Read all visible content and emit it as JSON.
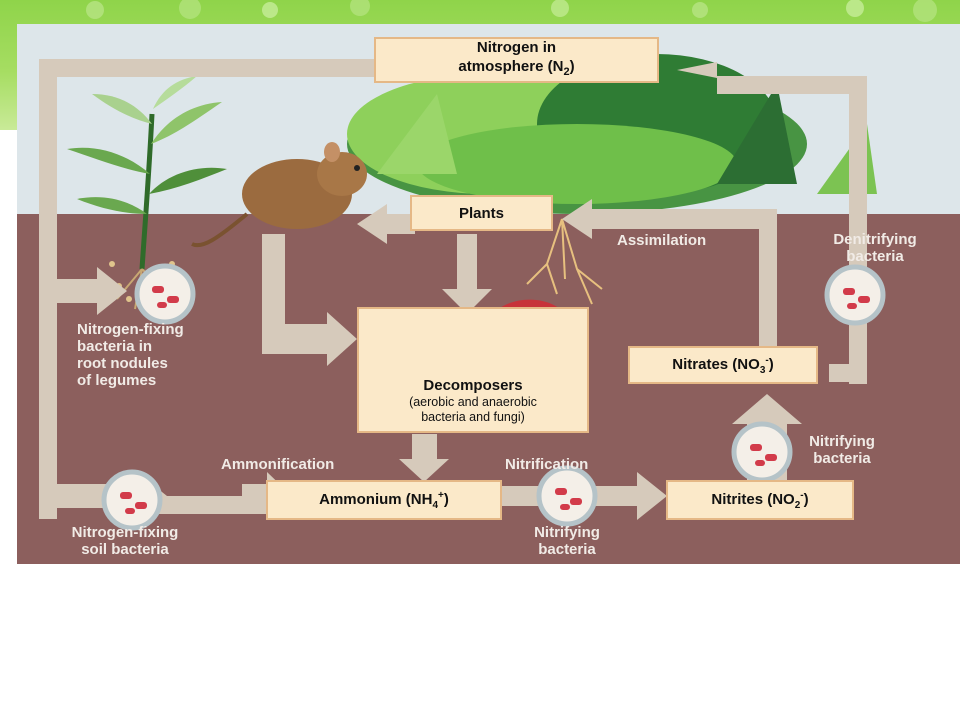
{
  "diagram": {
    "atmosphere": {
      "line1": "Nitrogen in",
      "line2": "atmosphere (N",
      "sub": "2",
      "close": ")"
    },
    "plants": "Plants",
    "assimilation": "Assimilation",
    "denitrifying": {
      "line1": "Denitrifying",
      "line2": "bacteria"
    },
    "root_bacteria": {
      "line1": "Nitrogen-fixing",
      "line2": "bacteria in",
      "line3": "root nodules",
      "line4": "of legumes"
    },
    "decomposers": {
      "title": "Decomposers",
      "line1": "(aerobic and anaerobic",
      "line2": "bacteria and fungi)"
    },
    "nitrates": {
      "pre": "Nitrates (NO",
      "sub": "3",
      "sup": "-",
      "close": ")"
    },
    "ammonification": "Ammonification",
    "nitrification": "Nitrification",
    "ammonium": {
      "pre": "Ammonium (NH",
      "sub": "4",
      "sup": "+",
      "close": ")"
    },
    "nitrites": {
      "pre": "Nitrites (NO",
      "sub": "2",
      "sup": "-",
      "close": ")"
    },
    "nitrifying_right": {
      "line1": "Nitrifying",
      "line2": "bacteria"
    },
    "nitrifying_bottom": {
      "line1": "Nitrifying",
      "line2": "bacteria"
    },
    "soil_bacteria": {
      "line1": "Nitrogen-fixing",
      "line2": "soil bacteria"
    }
  },
  "colors": {
    "soil": "#8c5f5d",
    "sky": "#dde6ea",
    "arrow": "#d6cabb",
    "box": "#fbe9c9",
    "banner": "#8fd44a"
  }
}
